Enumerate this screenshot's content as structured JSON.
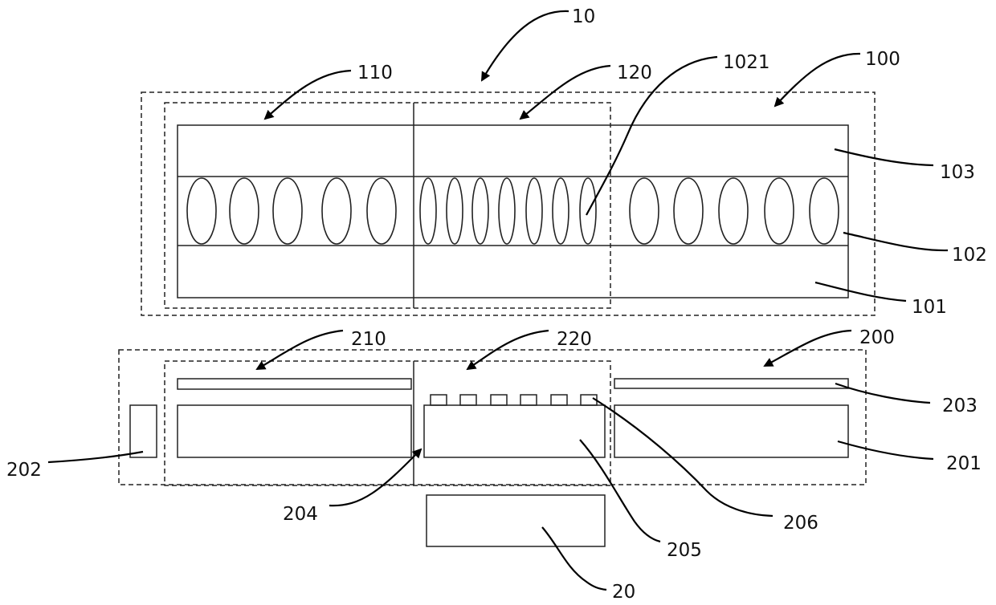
{
  "labels": {
    "l10": "10",
    "l100": "100",
    "l110": "110",
    "l120": "120",
    "l1021": "1021",
    "l103": "103",
    "l102": "102",
    "l101": "101",
    "l210": "210",
    "l220": "220",
    "l200": "200",
    "l203": "203",
    "l201": "201",
    "l202": "202",
    "l204": "204",
    "l205": "205",
    "l206": "206",
    "l20": "20"
  }
}
